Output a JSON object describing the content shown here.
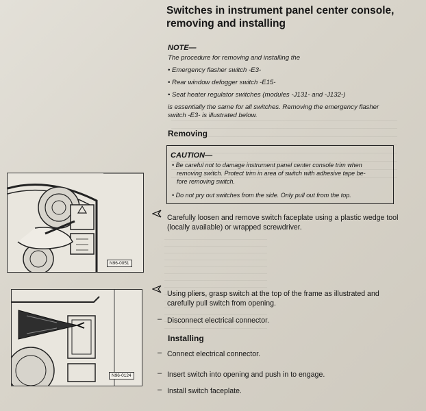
{
  "title_line1": "Switches in instrument panel center console,",
  "title_line2": "removing and installing",
  "note": {
    "heading": "NOTE—",
    "intro": "The procedure for removing and installing the",
    "items": [
      "• Emergency flasher switch -E3-",
      "• Rear window defogger switch -E15-",
      "• Seat heater regulator switches (modules -J131- and -J132-)"
    ],
    "outro_line1": "is essentially the same for all switches. Removing the emergency flasher",
    "outro_line2": "switch -E3- is illustrated below."
  },
  "removing": {
    "heading": "Removing",
    "caution": {
      "heading": "CAUTION—",
      "lines": [
        "• Be careful not to damage instrument panel center console trim when",
        "removing switch. Protect trim in area of switch with adhesive tape be-",
        "fore removing switch.",
        "• Do not pry out switches from the side. Only pull out from the top."
      ]
    },
    "step1": {
      "line1": "Carefully loosen and remove switch faceplate using a plastic wedge tool",
      "line2": "(locally available) or wrapped screwdriver."
    },
    "step2": {
      "line1": "Using pliers, grasp switch at the top of the frame as illustrated and",
      "line2": "carefully pull switch from opening."
    },
    "step3": "Disconnect electrical connector."
  },
  "installing": {
    "heading": "Installing",
    "steps": [
      "Connect electrical connector.",
      "Insert switch into opening and push in to engage.",
      "Install switch faceplate."
    ]
  },
  "figures": {
    "fig1_label": "N96-0051",
    "fig2_label": "N96-0124"
  },
  "bullet_dash": "–",
  "icons": {
    "step_arrow": "arrowhead-icon"
  }
}
